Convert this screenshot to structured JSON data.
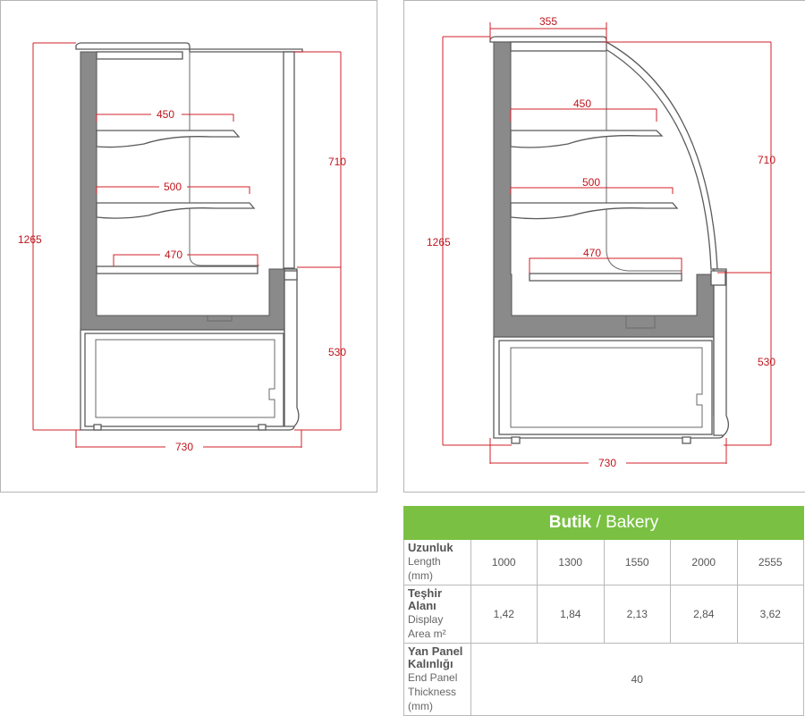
{
  "left_diagram": {
    "width_top_shelf": "450",
    "width_mid_shelf": "500",
    "width_bottom_shelf": "470",
    "height_total": "1265",
    "height_display": "710",
    "height_base": "530",
    "depth": "730"
  },
  "right_diagram": {
    "top_depth": "355",
    "width_top_shelf": "450",
    "width_mid_shelf": "500",
    "width_bottom_shelf": "470",
    "height_total": "1265",
    "height_display": "710",
    "height_base": "530",
    "depth": "730"
  },
  "table": {
    "title_bold": "Butik",
    "title_sep": " / ",
    "title_light": "Bakery",
    "rows": [
      {
        "label_tr": "Uzunluk",
        "label_en": "Length (mm)",
        "values": [
          "1000",
          "1300",
          "1550",
          "2000",
          "2555"
        ]
      },
      {
        "label_tr": "Teşhir Alanı",
        "label_en": "Display Area m²",
        "values": [
          "1,42",
          "1,84",
          "2,13",
          "2,84",
          "3,62"
        ]
      }
    ],
    "panel_row": {
      "label_tr": "Yan Panel Kalınlığı",
      "label_en": "End Panel Thickness (mm)",
      "value": "40"
    }
  },
  "colors": {
    "accent_green": "#7ac143",
    "dimension_red": "#d0202a",
    "insulation_gray": "#8a8a8a"
  }
}
